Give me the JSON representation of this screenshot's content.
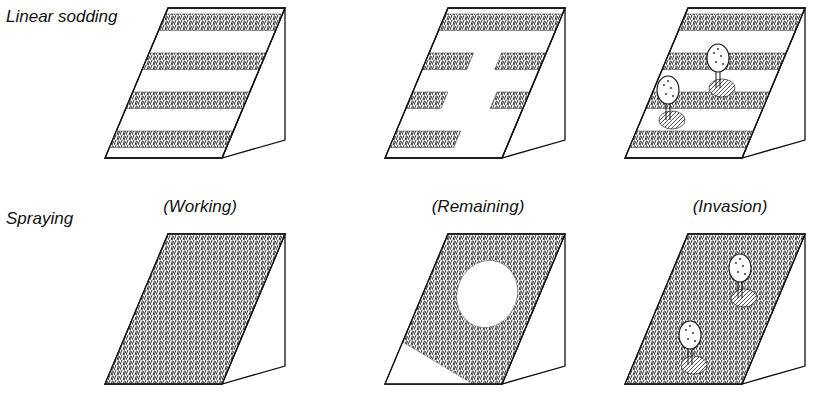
{
  "diagram": {
    "labels": [
      "Linear sodding",
      "(Working)",
      "(Remaining)",
      "(Invasion)",
      "Spraying"
    ]
  }
}
